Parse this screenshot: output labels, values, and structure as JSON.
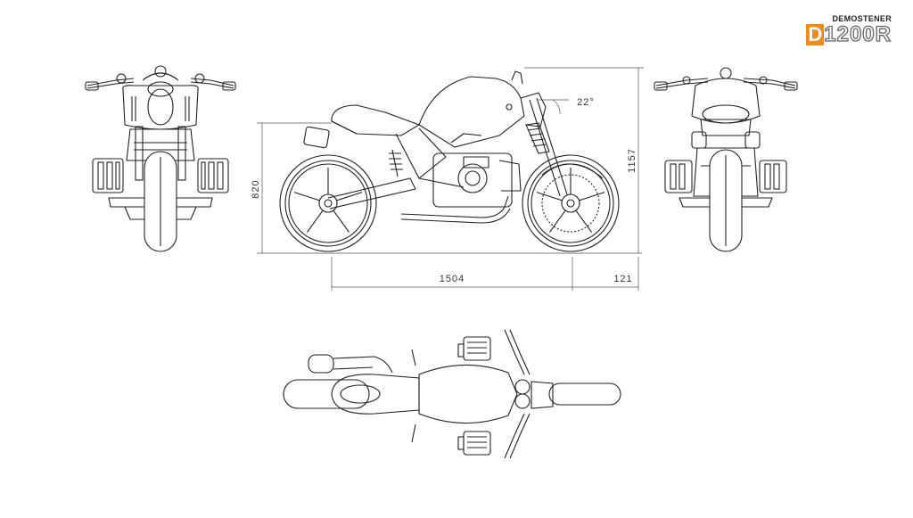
{
  "logo": {
    "brand": "DEMOSTENER",
    "mark_initial": "D",
    "mark_rest": "1200R",
    "accent": "#ef8a1e"
  },
  "dimensions": {
    "wheelbase": "1504",
    "overhang": "121",
    "seat_height": "820",
    "overall_height": "1157",
    "rake_angle": "22°"
  },
  "views": [
    "front-view",
    "side-view",
    "rear-view",
    "top-view"
  ]
}
